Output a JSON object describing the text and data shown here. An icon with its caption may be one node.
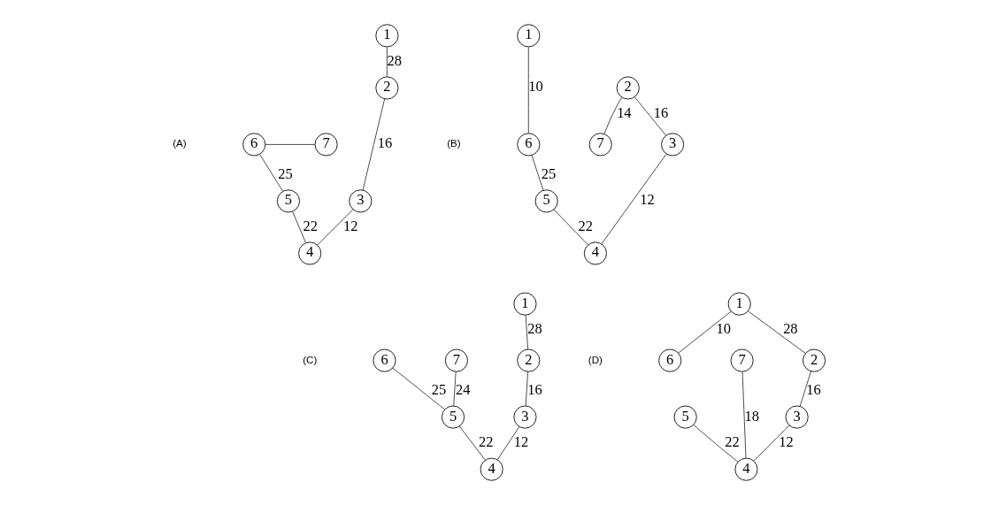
{
  "diagram": {
    "nodes": [
      {
        "text": [
          "1"
        ]
      },
      {
        "text": [
          "2"
        ]
      },
      {
        "text": [
          "3"
        ]
      },
      {
        "text": [
          "4"
        ]
      },
      {
        "text": [
          "5"
        ]
      },
      {
        "text": [
          "6"
        ]
      },
      {
        "text": [
          "7"
        ]
      },
      {
        "text": [
          "1"
        ]
      },
      {
        "text": [
          "2"
        ]
      },
      {
        "text": [
          "3"
        ]
      },
      {
        "text": [
          "4"
        ]
      },
      {
        "text": [
          "5"
        ]
      },
      {
        "text": [
          "6"
        ]
      },
      {
        "text": [
          "7"
        ]
      },
      {
        "text": [
          "1"
        ]
      },
      {
        "text": [
          "2"
        ]
      },
      {
        "text": [
          "3"
        ]
      },
      {
        "text": [
          "4"
        ]
      },
      {
        "text": [
          "5"
        ]
      },
      {
        "text": [
          "6"
        ]
      },
      {
        "text": [
          "7"
        ]
      },
      {
        "text": [
          "1"
        ]
      },
      {
        "text": [
          "2"
        ]
      },
      {
        "text": [
          "3"
        ]
      },
      {
        "text": [
          "4"
        ]
      },
      {
        "text": [
          "5"
        ]
      },
      {
        "text": [
          "6"
        ]
      },
      {
        "text": [
          "7"
        ]
      }
    ],
    "edges": [
      {
        "from": 0,
        "to": 1,
        "arrow": "none",
        "label": "28"
      },
      {
        "from": 1,
        "to": 2,
        "arrow": "none",
        "label": "16"
      },
      {
        "from": 2,
        "to": 3,
        "arrow": "none",
        "label": "12"
      },
      {
        "from": 4,
        "to": 3,
        "arrow": "none",
        "label": "22"
      },
      {
        "from": 5,
        "to": 4,
        "arrow": "none",
        "label": "25"
      },
      {
        "from": 5,
        "to": 6,
        "arrow": "none"
      },
      {
        "from": 7,
        "to": 12,
        "arrow": "none",
        "label": "10"
      },
      {
        "from": 8,
        "to": 13,
        "arrow": "none",
        "label": "14"
      },
      {
        "from": 8,
        "to": 9,
        "arrow": "none",
        "label": "16"
      },
      {
        "from": 9,
        "to": 10,
        "arrow": "none",
        "label": "12"
      },
      {
        "from": 11,
        "to": 10,
        "arrow": "none",
        "label": "22"
      },
      {
        "from": 12,
        "to": 11,
        "arrow": "none",
        "label": "25"
      },
      {
        "from": 14,
        "to": 15,
        "arrow": "none",
        "label": "28"
      },
      {
        "from": 15,
        "to": 16,
        "arrow": "none",
        "label": "16"
      },
      {
        "from": 16,
        "to": 17,
        "arrow": "none",
        "label": "12"
      },
      {
        "from": 18,
        "to": 17,
        "arrow": "none",
        "label": "22"
      },
      {
        "from": 19,
        "to": 18,
        "arrow": "none",
        "label": "25"
      },
      {
        "from": 20,
        "to": 18,
        "arrow": "none",
        "label": "24"
      },
      {
        "from": 21,
        "to": 26,
        "arrow": "none",
        "label": "10"
      },
      {
        "from": 21,
        "to": 22,
        "arrow": "none",
        "label": "28"
      },
      {
        "from": 22,
        "to": 23,
        "arrow": "none",
        "label": "16"
      },
      {
        "from": 23,
        "to": 24,
        "arrow": "none",
        "label": "12"
      },
      {
        "from": 25,
        "to": 24,
        "arrow": "none",
        "label": "22"
      },
      {
        "from": 27,
        "to": 24,
        "arrow": "none",
        "label": "18"
      }
    ],
    "labels": [
      "(A)",
      "(B)",
      "(C)",
      "(D)"
    ]
  }
}
